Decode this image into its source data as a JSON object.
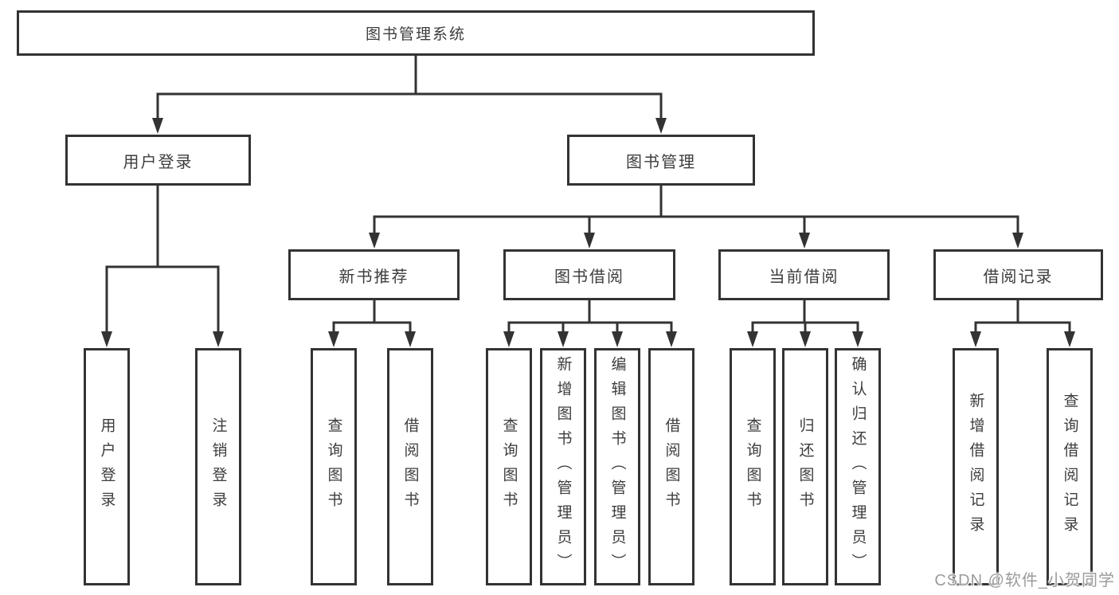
{
  "chart": {
    "root": "图书管理系统",
    "branches": [
      {
        "label": "用户登录",
        "children": [
          "用户登录",
          "注销登录"
        ]
      },
      {
        "label": "图书管理",
        "groups": [
          {
            "label": "新书推荐",
            "children": [
              "查询图书",
              "借阅图书"
            ]
          },
          {
            "label": "图书借阅",
            "children": [
              "查询图书",
              "新增图书（管理员）",
              "编辑图书（管理员）",
              "借阅图书"
            ]
          },
          {
            "label": "当前借阅",
            "children": [
              "查询图书",
              "归还图书",
              "确认归还（管理员）"
            ]
          },
          {
            "label": "借阅记录",
            "children": [
              "新增借阅记录",
              "查询借阅记录"
            ]
          }
        ]
      }
    ]
  },
  "watermark": "CSDN @软件_小贺同学",
  "colors": {
    "line": "#333333",
    "text": "#3d3d3d",
    "watermark": "#9b9b9b",
    "background": "#ffffff"
  }
}
